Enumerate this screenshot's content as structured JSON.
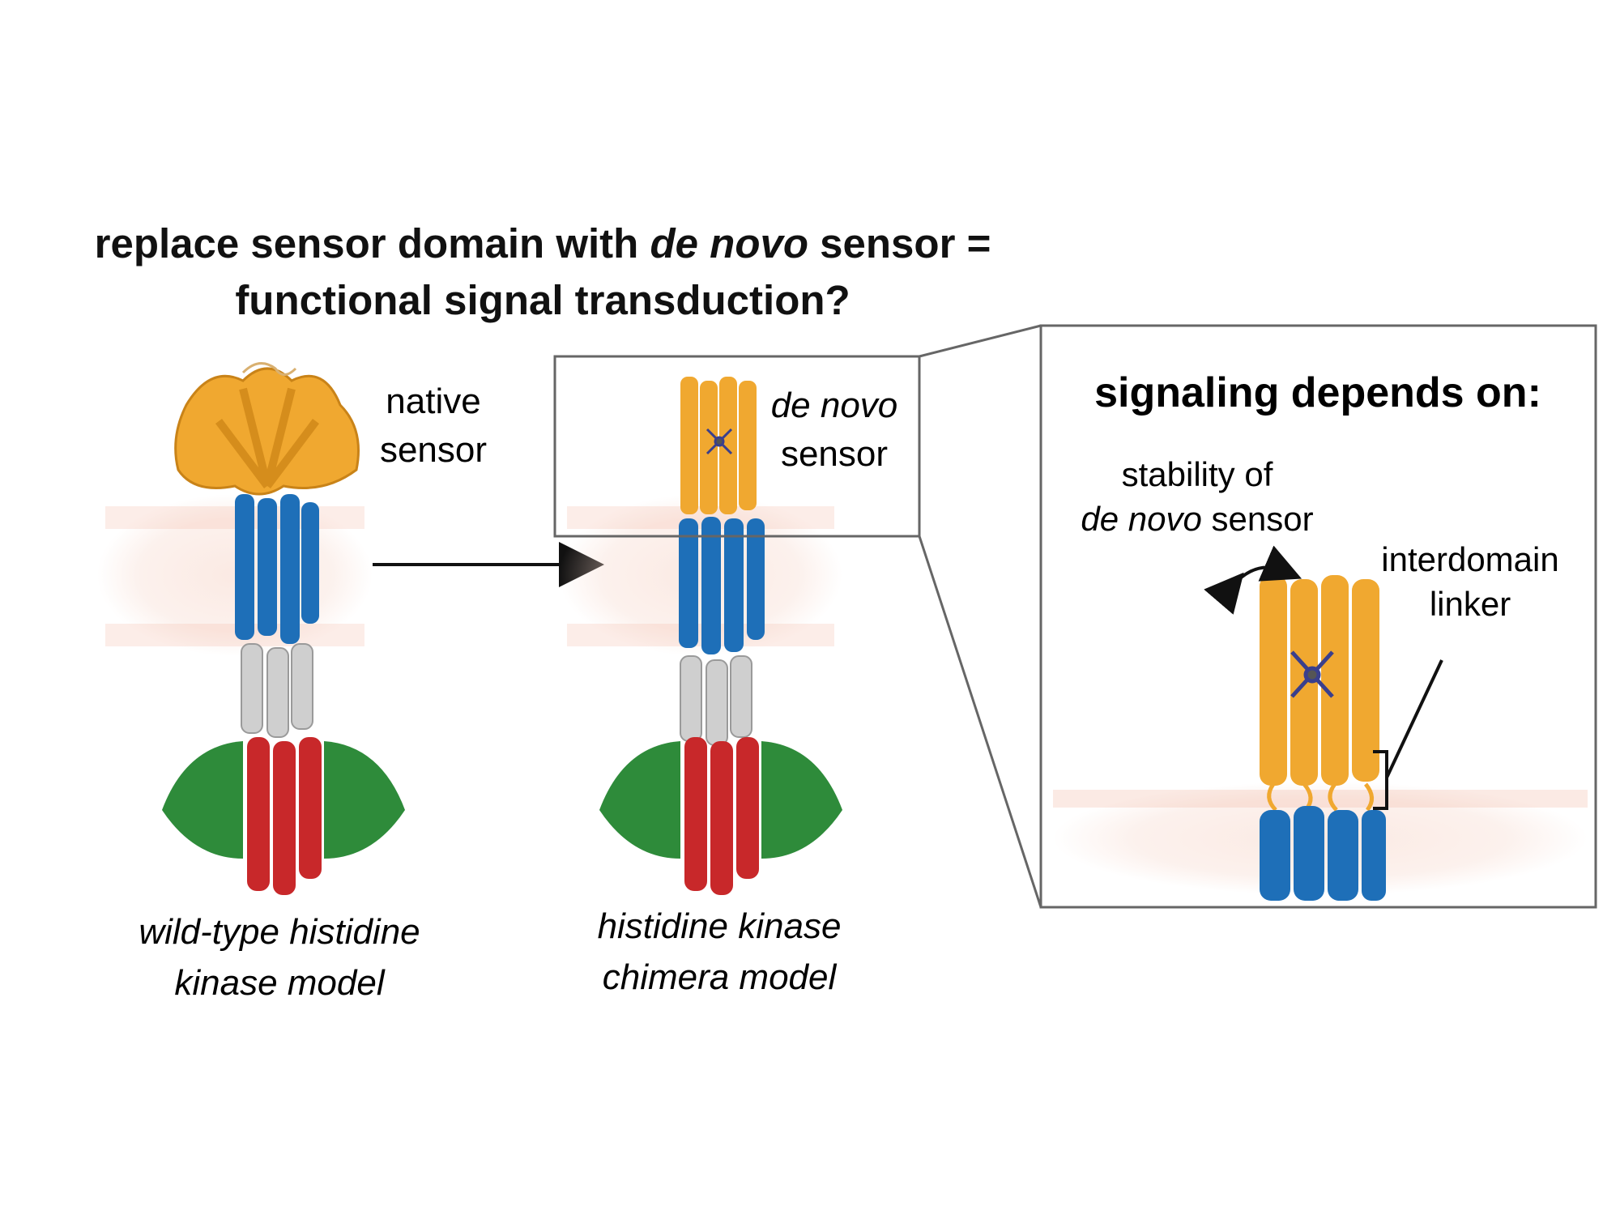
{
  "title": {
    "line1_a": "replace sensor domain with ",
    "line1_em": "de novo",
    "line1_b": " sensor =",
    "line2": "functional signal transduction?"
  },
  "left_model": {
    "sensor_line1": "native",
    "sensor_line2": "sensor",
    "caption_line1": "wild-type histidine",
    "caption_line2": "kinase model"
  },
  "middle_model": {
    "sensor_line1": "de novo",
    "sensor_line2": "sensor",
    "caption_line1": "histidine kinase",
    "caption_line2": "chimera model"
  },
  "inset": {
    "heading": "signaling depends on:",
    "stability_line1": "stability of",
    "stability_em": "de novo",
    "stability_rest": " sensor",
    "linker_line1": "interdomain",
    "linker_line2": "linker"
  },
  "colors": {
    "sensor": "#F0A830",
    "transmembrane": "#1E6FB8",
    "hamp": "#C8C8C8",
    "kinase_sheet": "#2E8B3A",
    "kinase_helix": "#C8282A",
    "membrane": "#F2C4B0",
    "cofactor": "#3A3F8C"
  }
}
